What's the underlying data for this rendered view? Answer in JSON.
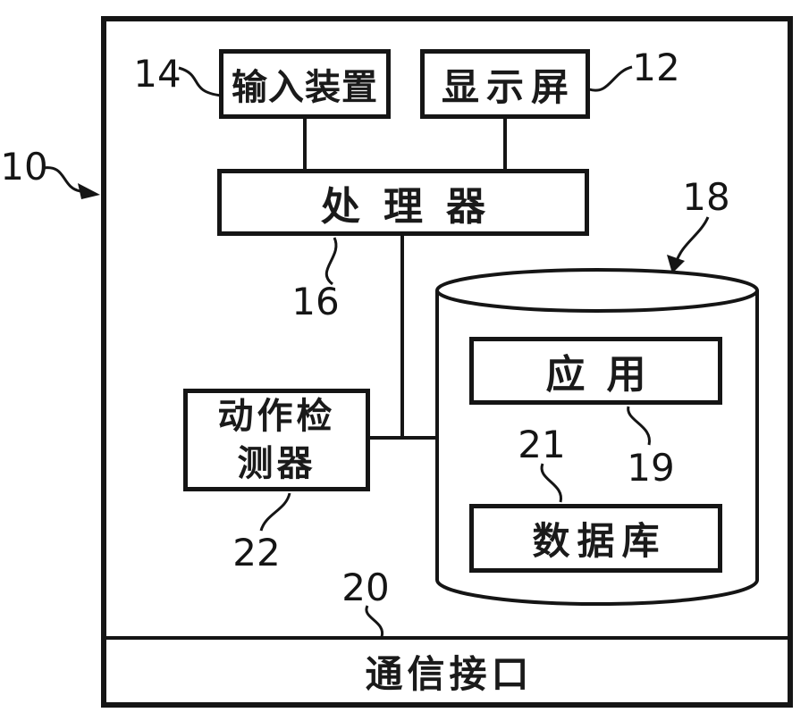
{
  "figure": {
    "kind": "patent-block-diagram",
    "background_color": "#ffffff",
    "ink_color": "#151515"
  },
  "blocks": {
    "input_device": "输入装置",
    "display": "显示屏",
    "processor": "处理器",
    "motion_detector_lines": [
      "动作检",
      "测器"
    ],
    "application": "应用",
    "database": "数据库",
    "comm_interface": "通信接口"
  },
  "ref_labels": {
    "system": "10",
    "input_device": "14",
    "display": "12",
    "processor": "16",
    "storage": "18",
    "application": "19",
    "database": "21",
    "motion_detector": "22",
    "comm_interface": "20"
  }
}
